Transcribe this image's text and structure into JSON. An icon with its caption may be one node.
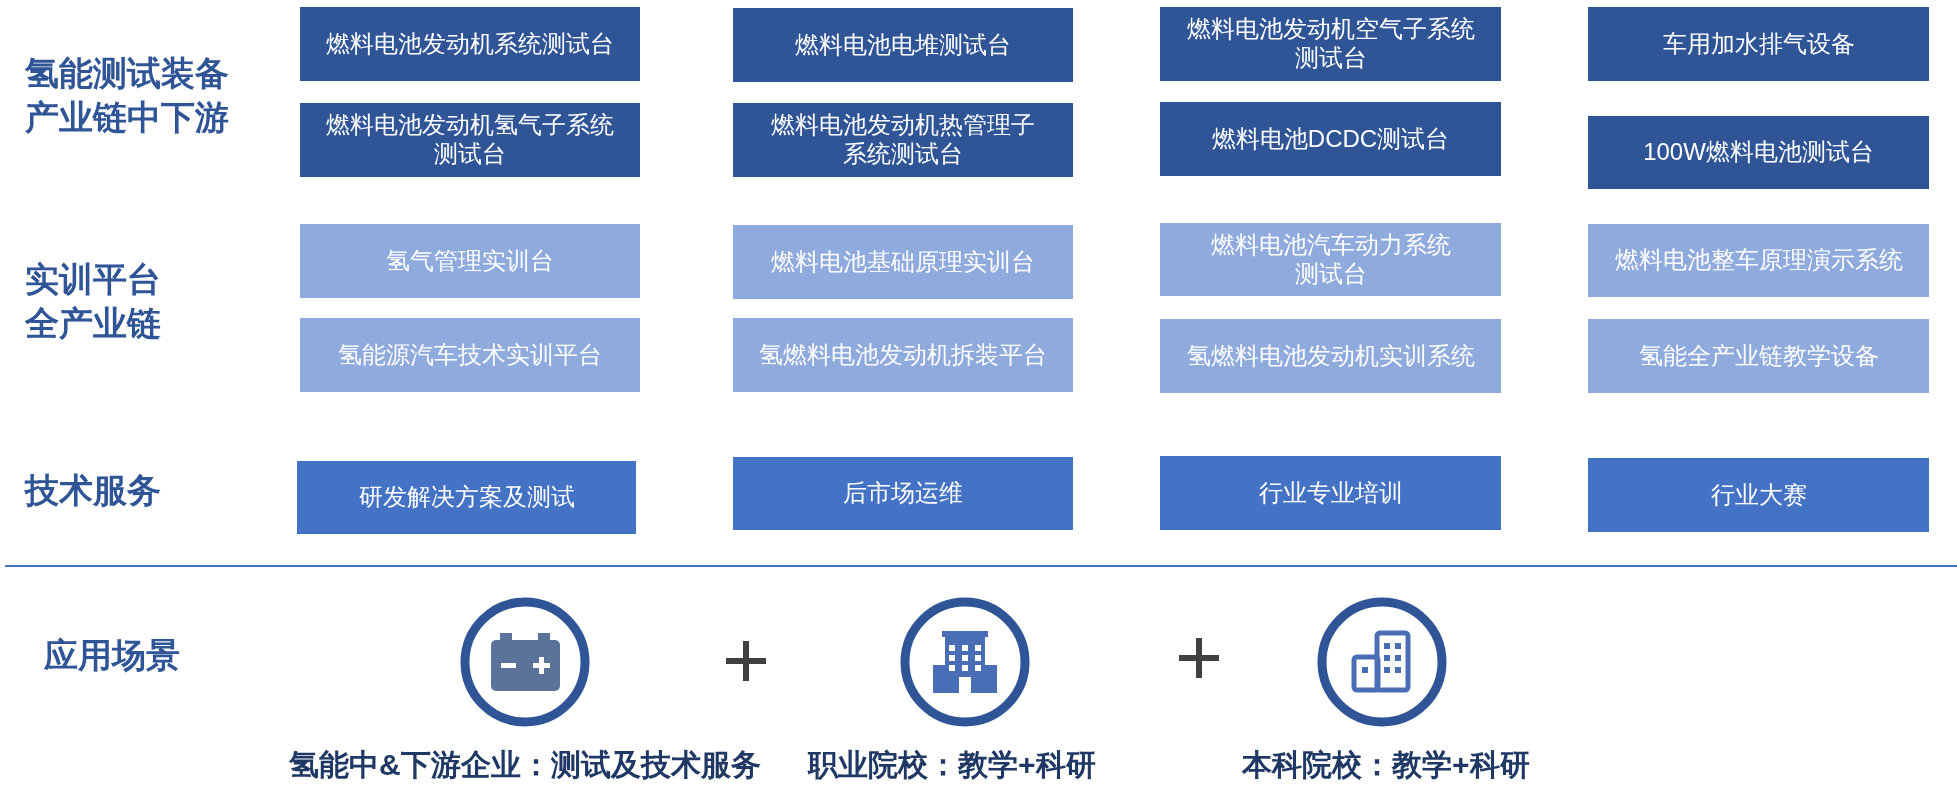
{
  "diagram": {
    "nodes": [
      {
        "text": [
          "燃料电池发动机系统测试台"
        ]
      },
      {
        "text": [
          "燃料电池电堆测试台"
        ]
      },
      {
        "text": [
          "燃料电池发动机空气子系统测试台"
        ]
      },
      {
        "text": [
          "车用加水排气设备"
        ]
      },
      {
        "text": [
          "燃料电池发动机氢气子系统测试台"
        ]
      },
      {
        "text": [
          "燃料电池发动机热管理子系统测试台"
        ]
      },
      {
        "text": [
          "燃料电池DCDC测试台"
        ]
      },
      {
        "text": [
          "100W燃料电池测试台"
        ]
      },
      {
        "text": [
          "氢气管理实训台"
        ]
      },
      {
        "text": [
          "燃料电池基础原理实训台"
        ]
      },
      {
        "text": [
          "燃料电池汽车动力系统测试台"
        ]
      },
      {
        "text": [
          "燃料电池整车原理演示系统"
        ]
      },
      {
        "text": [
          "氢能源汽车技术实训平台"
        ]
      },
      {
        "text": [
          "氢燃料电池发动机拆装平台"
        ]
      },
      {
        "text": [
          "氢燃料电池发动机实训系统"
        ]
      },
      {
        "text": [
          "氢能全产业链教学设备"
        ]
      },
      {
        "text": [
          "研发解决方案及测试"
        ]
      },
      {
        "text": [
          "后市场运维"
        ]
      },
      {
        "text": [
          "行业专业培训"
        ]
      },
      {
        "text": [
          "行业大赛"
        ]
      }
    ],
    "labels": [
      "氢能测试装备产业链中下游",
      "实训平台全产业链",
      "技术服务",
      "应用场景",
      "氢能中&下游企业：测试及技术服务",
      "职业院校：教学+科研",
      "本科院校：教学+科研"
    ]
  }
}
